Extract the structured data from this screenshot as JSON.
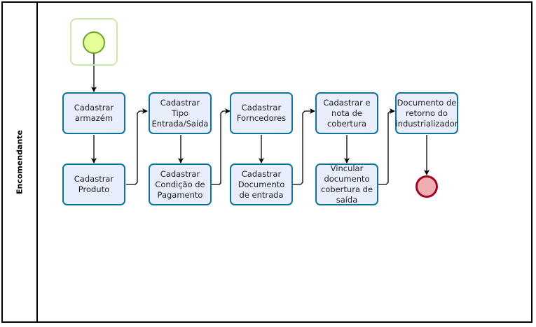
{
  "diagram": {
    "type": "bpmn-process",
    "lane": {
      "label": "Encomendante"
    },
    "start_event": {
      "label": ""
    },
    "end_event": {
      "label": ""
    },
    "tasks": [
      {
        "id": "t1",
        "label": "Cadastrar armazém"
      },
      {
        "id": "t2",
        "label": "Cadastrar Produto"
      },
      {
        "id": "t3",
        "label": "Cadastrar Tipo Entrada/Saída"
      },
      {
        "id": "t4",
        "label": "Cadastrar Condição de Pagamento"
      },
      {
        "id": "t5",
        "label": "Cadastrar Forncedores"
      },
      {
        "id": "t6",
        "label": "Cadastrar Documento de entrada"
      },
      {
        "id": "t7",
        "label": "Cadastrar e nota de cobertura"
      },
      {
        "id": "t8",
        "label": "Vincular documento cobertura de saída"
      },
      {
        "id": "t9",
        "label": "Documento de retorno do industrializador"
      }
    ],
    "flows": [
      [
        "start",
        "t1"
      ],
      [
        "t1",
        "t2"
      ],
      [
        "t2",
        "t3"
      ],
      [
        "t3",
        "t4"
      ],
      [
        "t4",
        "t5"
      ],
      [
        "t5",
        "t6"
      ],
      [
        "t6",
        "t7"
      ],
      [
        "t7",
        "t8"
      ],
      [
        "t8",
        "t9"
      ],
      [
        "t9",
        "end"
      ]
    ],
    "colors": {
      "task_border": "#10739e",
      "task_fill": "#e8eefb",
      "start_border": "#6aa625",
      "start_fill": "#e4ff99",
      "end_border": "#a20025",
      "end_fill": "#f0aeb0"
    }
  }
}
